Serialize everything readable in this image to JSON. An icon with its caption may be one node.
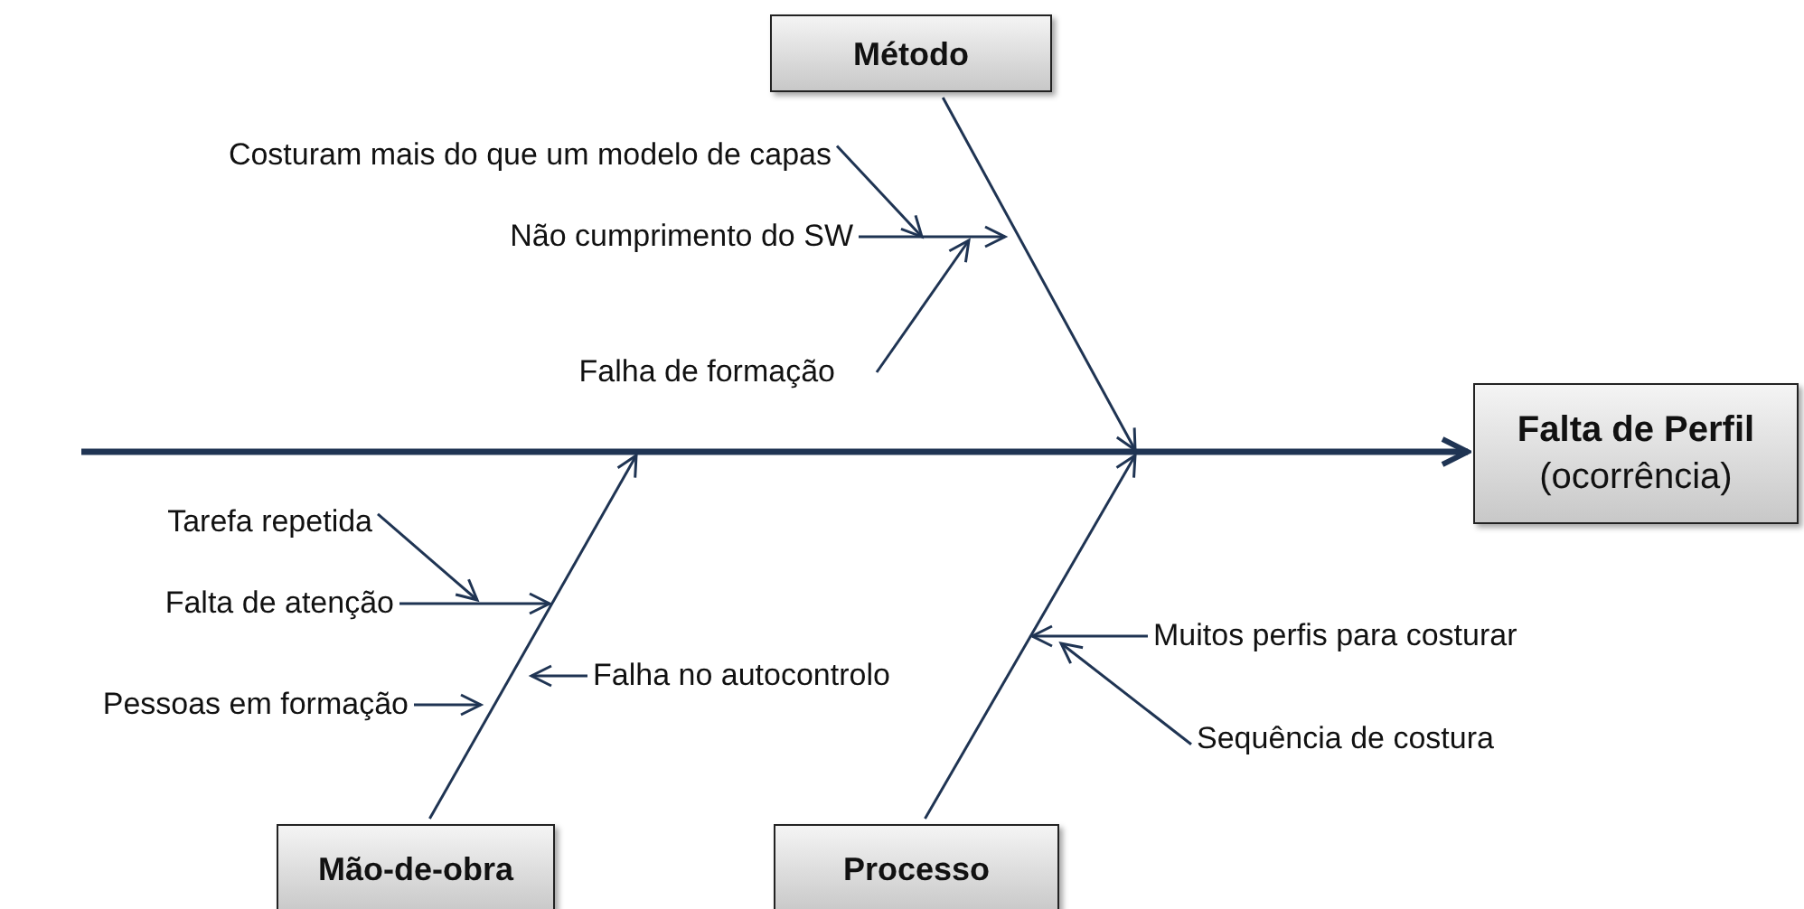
{
  "diagram": {
    "nodes": [
      {
        "text": [
          "Método"
        ]
      },
      {
        "text": [
          "Costuram mais do que um modelo de capas"
        ]
      },
      {
        "text": [
          "Não cumprimento do SW"
        ]
      },
      {
        "text": [
          "Falha de formação"
        ]
      },
      {
        "text": [
          "Falta de Perfil",
          "(ocorrência)"
        ]
      },
      {
        "text": [
          "Tarefa repetida"
        ]
      },
      {
        "text": [
          "Falta de atenção"
        ]
      },
      {
        "text": [
          "Muitos perfis para costurar"
        ]
      },
      {
        "text": [
          "Falha no autocontrolo"
        ]
      },
      {
        "text": [
          "Pessoas em formação"
        ]
      },
      {
        "text": [
          "Sequência de costura"
        ]
      },
      {
        "text": [
          "Mão-de-obra"
        ]
      },
      {
        "text": [
          "Processo"
        ]
      }
    ],
    "edges": [
      {
        "from": null,
        "to": 4,
        "arrow": "to",
        "style": "thick"
      },
      {
        "from": 0,
        "to": null,
        "arrow": "to"
      },
      {
        "from": 1,
        "to": null,
        "arrow": "to"
      },
      {
        "from": 2,
        "to": null,
        "arrow": "to"
      },
      {
        "from": 3,
        "to": null,
        "arrow": "to"
      },
      {
        "from": 11,
        "to": null,
        "arrow": "to"
      },
      {
        "from": 12,
        "to": null,
        "arrow": "to"
      },
      {
        "from": 5,
        "to": null,
        "arrow": "to"
      },
      {
        "from": 6,
        "to": null,
        "arrow": "to"
      },
      {
        "from": 7,
        "to": null,
        "arrow": "to"
      },
      {
        "from": 8,
        "to": null,
        "arrow": "to"
      },
      {
        "from": 9,
        "to": null,
        "arrow": "to"
      },
      {
        "from": 10,
        "to": null,
        "arrow": "to"
      }
    ]
  }
}
